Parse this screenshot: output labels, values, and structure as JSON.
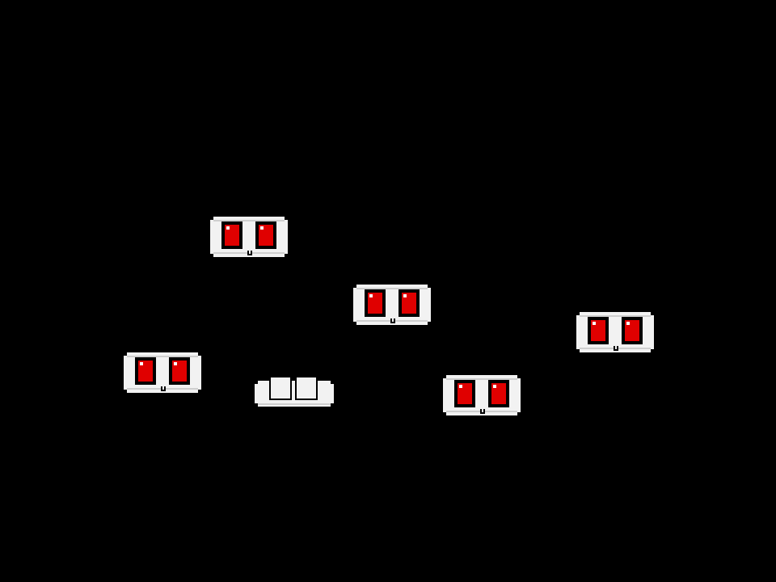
{
  "scene": {
    "background_color": "#000000",
    "creature_body_color": "#f2f2f2",
    "creature_outline_color": "#000000",
    "eye_color": "#e00000",
    "eye_highlight_color": "#ffffff"
  },
  "creatures": [
    {
      "name": "creature-eyes-open",
      "state": "eyes-open"
    },
    {
      "name": "creature-eyes-open",
      "state": "eyes-open"
    },
    {
      "name": "creature-eyes-open",
      "state": "eyes-open"
    },
    {
      "name": "creature-eyes-open",
      "state": "eyes-open"
    },
    {
      "name": "creature-eyes-open",
      "state": "eyes-open"
    },
    {
      "name": "creature-eyes-closed",
      "state": "eyes-closed"
    }
  ]
}
